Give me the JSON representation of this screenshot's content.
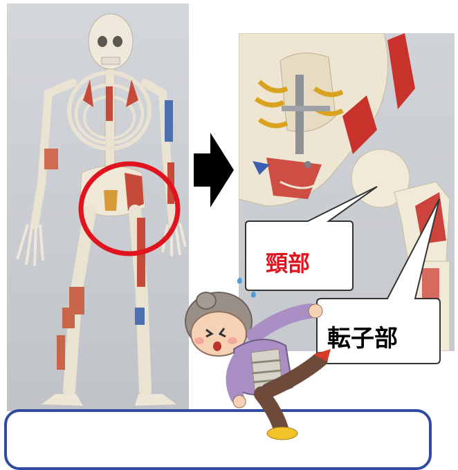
{
  "callouts": {
    "neck": "頸部",
    "trochanter": "転子部"
  },
  "colors": {
    "highlight_circle": "#e0141e",
    "arrow": "#000000",
    "neck_text": "#e0141e",
    "trochanter_text": "#000000",
    "panel_border": "#2f4aa0",
    "photo_background": "#c9ccd1"
  },
  "icons": [
    "skeleton-photo",
    "pelvis-closeup-photo",
    "right-arrow-icon",
    "falling-elderly-woman-illustration"
  ]
}
